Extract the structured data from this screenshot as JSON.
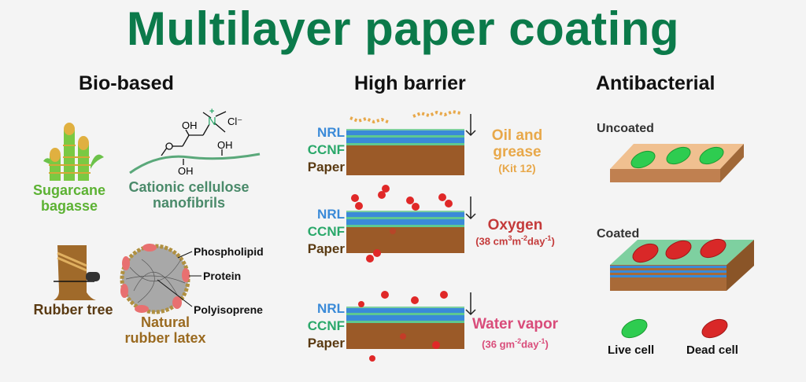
{
  "title": "Multilayer paper coating",
  "sections": {
    "bio": {
      "heading": "Bio-based",
      "sugarcane": [
        "Sugarcane",
        "bagasse"
      ],
      "ccnf": [
        "Cationic cellulose",
        "nanofibrils"
      ],
      "molecule": {
        "oh1": "OH",
        "oh2": "OH",
        "oh3": "OH",
        "n": "N",
        "plus": "+",
        "cl": "Cl⁻",
        "o": "O"
      },
      "rubber_tree": "Rubber tree",
      "latex": [
        "Natural",
        "rubber latex"
      ],
      "latex_parts": [
        "Phospholipid",
        "Protein",
        "Polyisoprene"
      ]
    },
    "barrier": {
      "heading": "High barrier",
      "layers": [
        "NRL",
        "CCNF",
        "Paper"
      ],
      "oil": [
        "Oil and",
        "grease",
        "(Kit 12)"
      ],
      "oxygen": {
        "name": "Oxygen",
        "value": "38",
        "u1": "cm",
        "s1": "3",
        "u2": "m",
        "s2": "-2",
        "u3": "day",
        "s3": "-1"
      },
      "water": {
        "name": "Water vapor",
        "value": "36",
        "u1": "gm",
        "s1": "-2",
        "u2": "day",
        "s2": "-1"
      }
    },
    "anti": {
      "heading": "Antibacterial",
      "uncoated": "Uncoated",
      "coated": "Coated",
      "live": "Live cell",
      "dead": "Dead cell"
    }
  },
  "colors": {
    "title": "#0b7a4a",
    "nrl": "#3a8ad8",
    "ccnf": "#2aa86a",
    "paper": "#9b5a28",
    "oil": "#e8a84a",
    "oxygen": "#c43a3a",
    "water": "#d94c7a"
  }
}
